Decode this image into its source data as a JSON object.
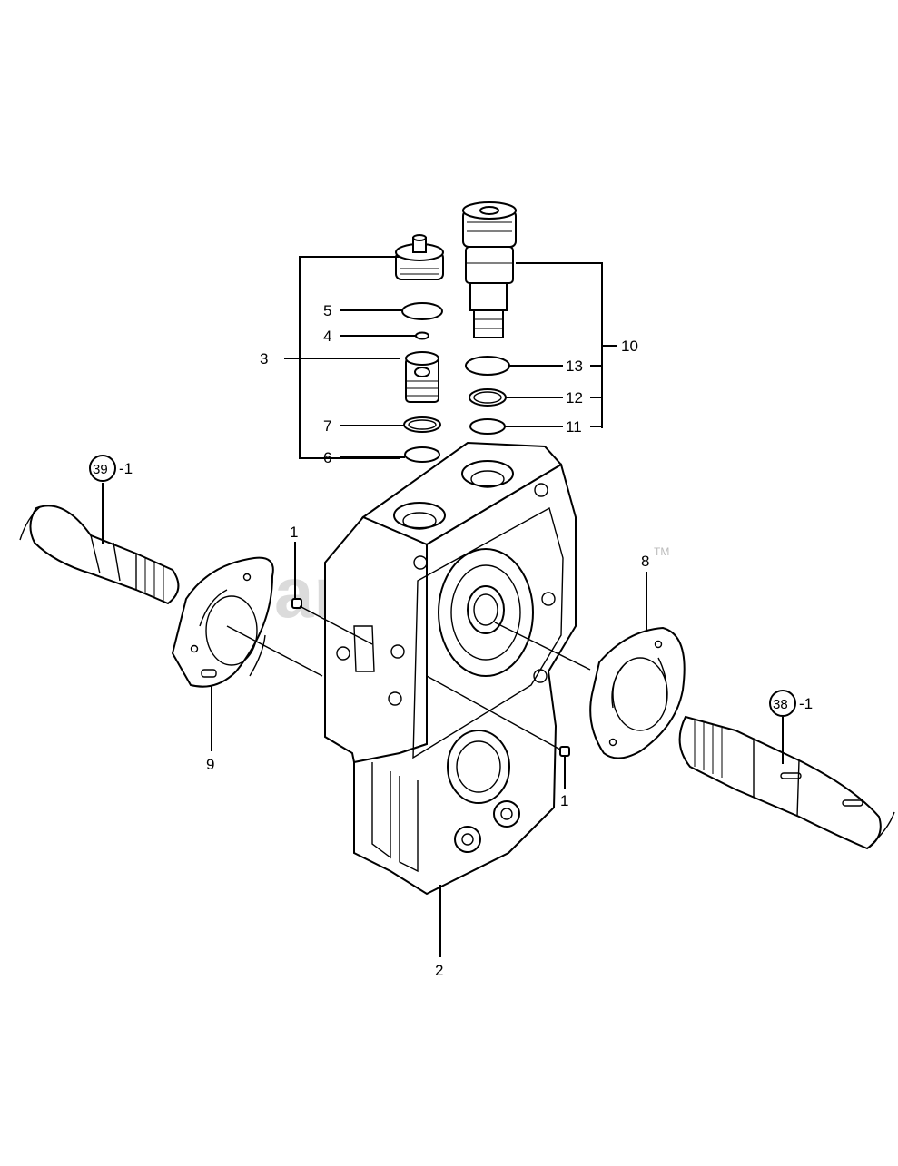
{
  "watermark": {
    "text": "PartsTree",
    "tm": "TM"
  },
  "callouts": {
    "c1a": "1",
    "c1b": "1",
    "c2": "2",
    "c3": "3",
    "c4": "4",
    "c5": "5",
    "c6": "6",
    "c7": "7",
    "c8": "8",
    "c9": "9",
    "c10": "10",
    "c11": "11",
    "c12": "12",
    "c13": "13",
    "ref39": "39",
    "ref39_suffix": "-1",
    "ref38": "38",
    "ref38_suffix": "-1"
  }
}
